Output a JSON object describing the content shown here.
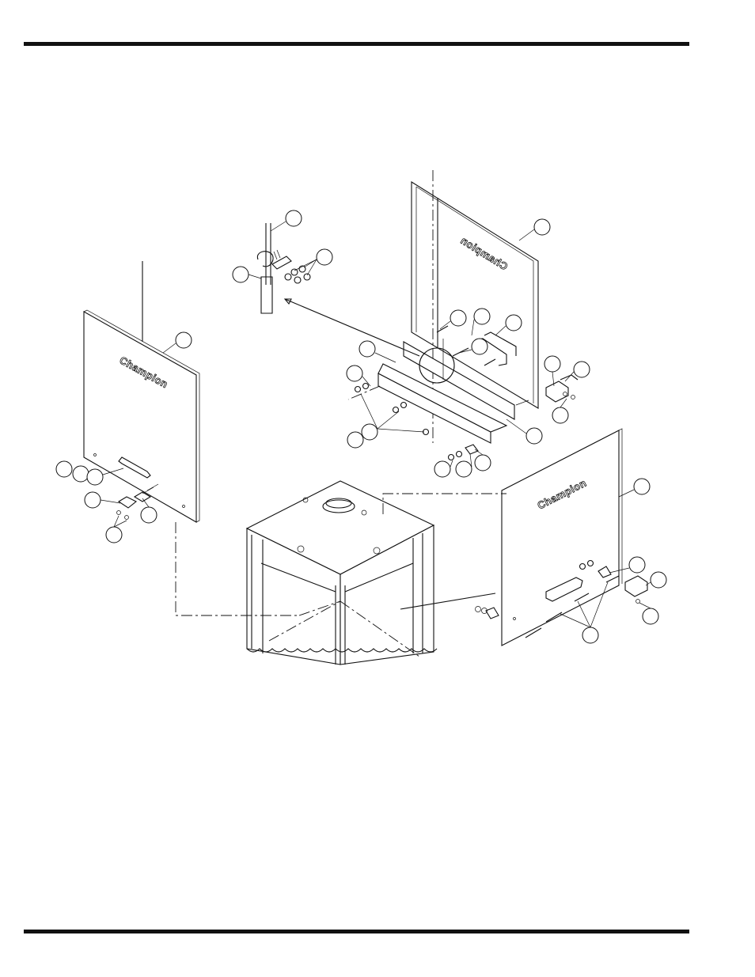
{
  "drawing": {
    "panels": [
      {
        "id": "left-side-panel",
        "logo": "Champion"
      },
      {
        "id": "back-panel",
        "logo": "Champion",
        "mirrored": true
      },
      {
        "id": "right-side-panel",
        "logo": "Champion"
      }
    ],
    "callout_count": 31,
    "callout_labels": "none visible"
  },
  "colors": {
    "ink": "#111111",
    "paper": "#ffffff"
  }
}
